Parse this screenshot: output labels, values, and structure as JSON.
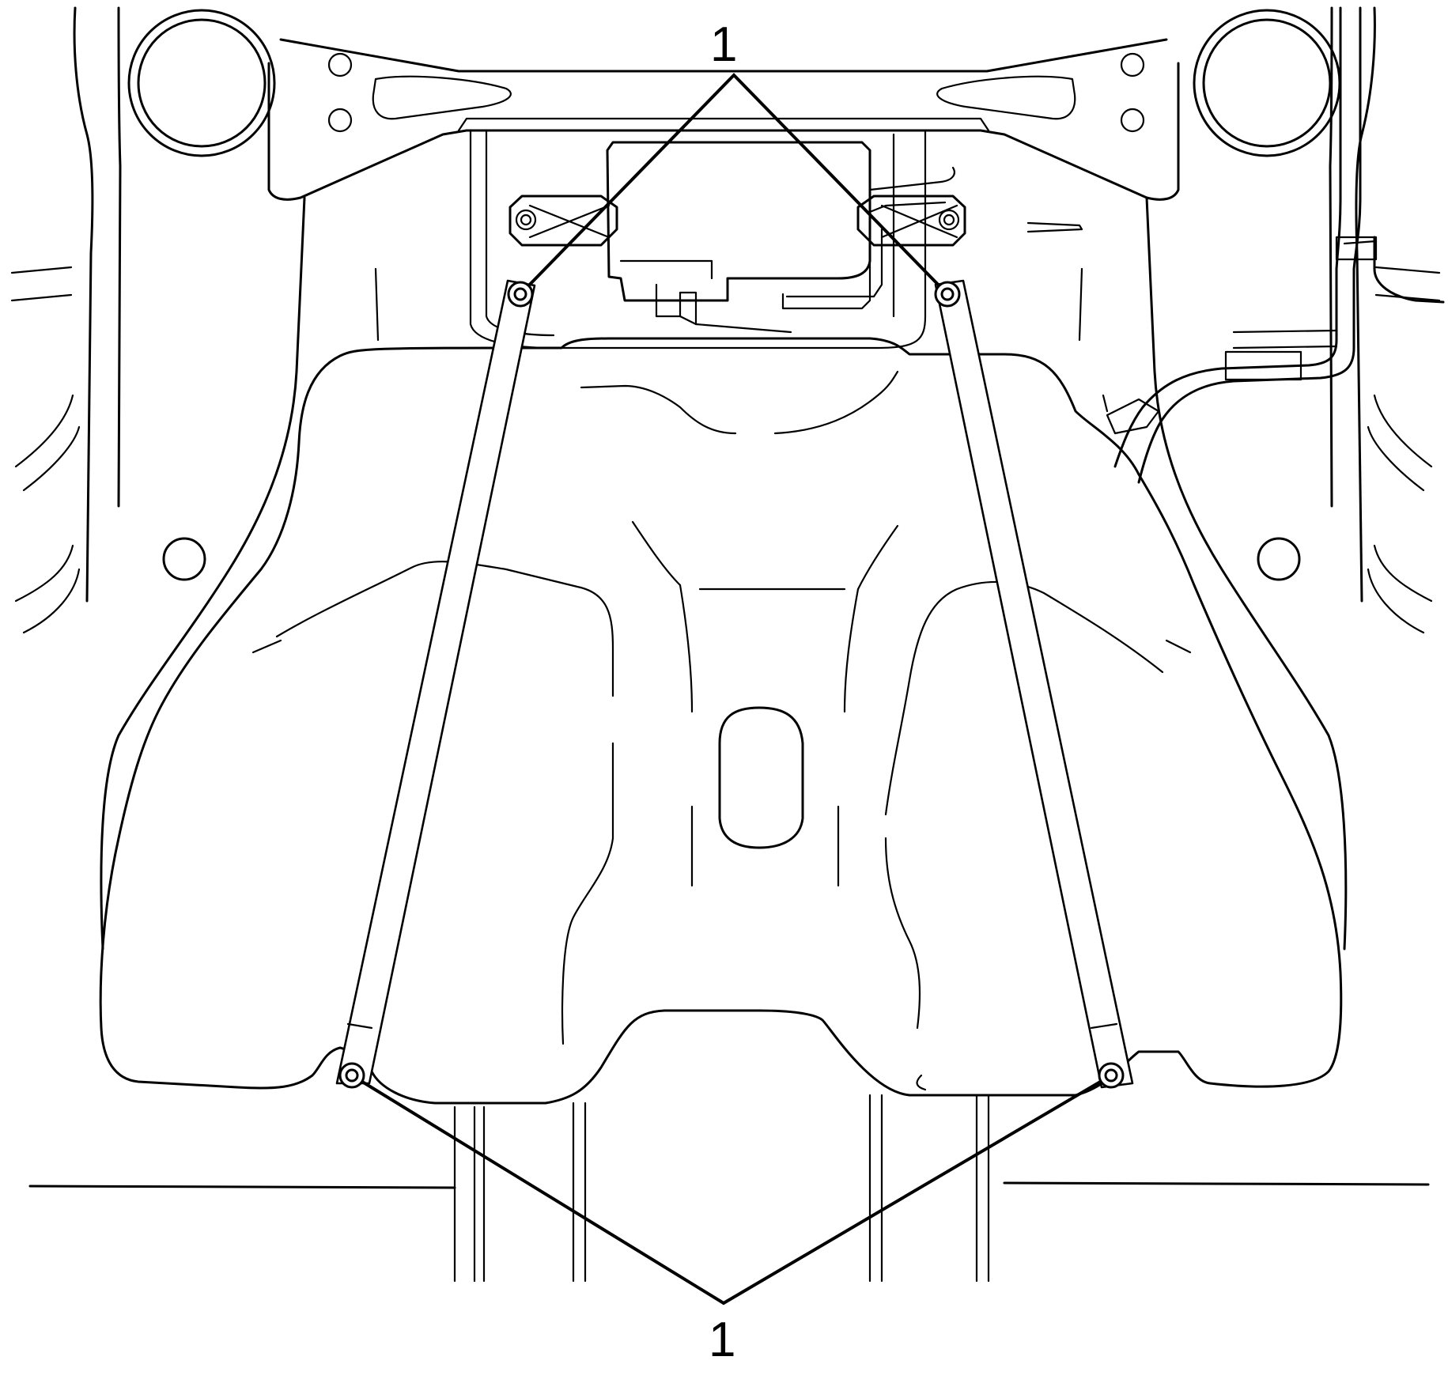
{
  "callouts": {
    "top": "1",
    "bottom": "1"
  },
  "components": [
    "fuel-tank",
    "fuel-tank-strap-left",
    "fuel-tank-strap-right",
    "strap-bolt",
    "rear-crossmember",
    "fuel-filler-pipe"
  ],
  "colors": {
    "line": "#000000",
    "background": "#ffffff"
  }
}
